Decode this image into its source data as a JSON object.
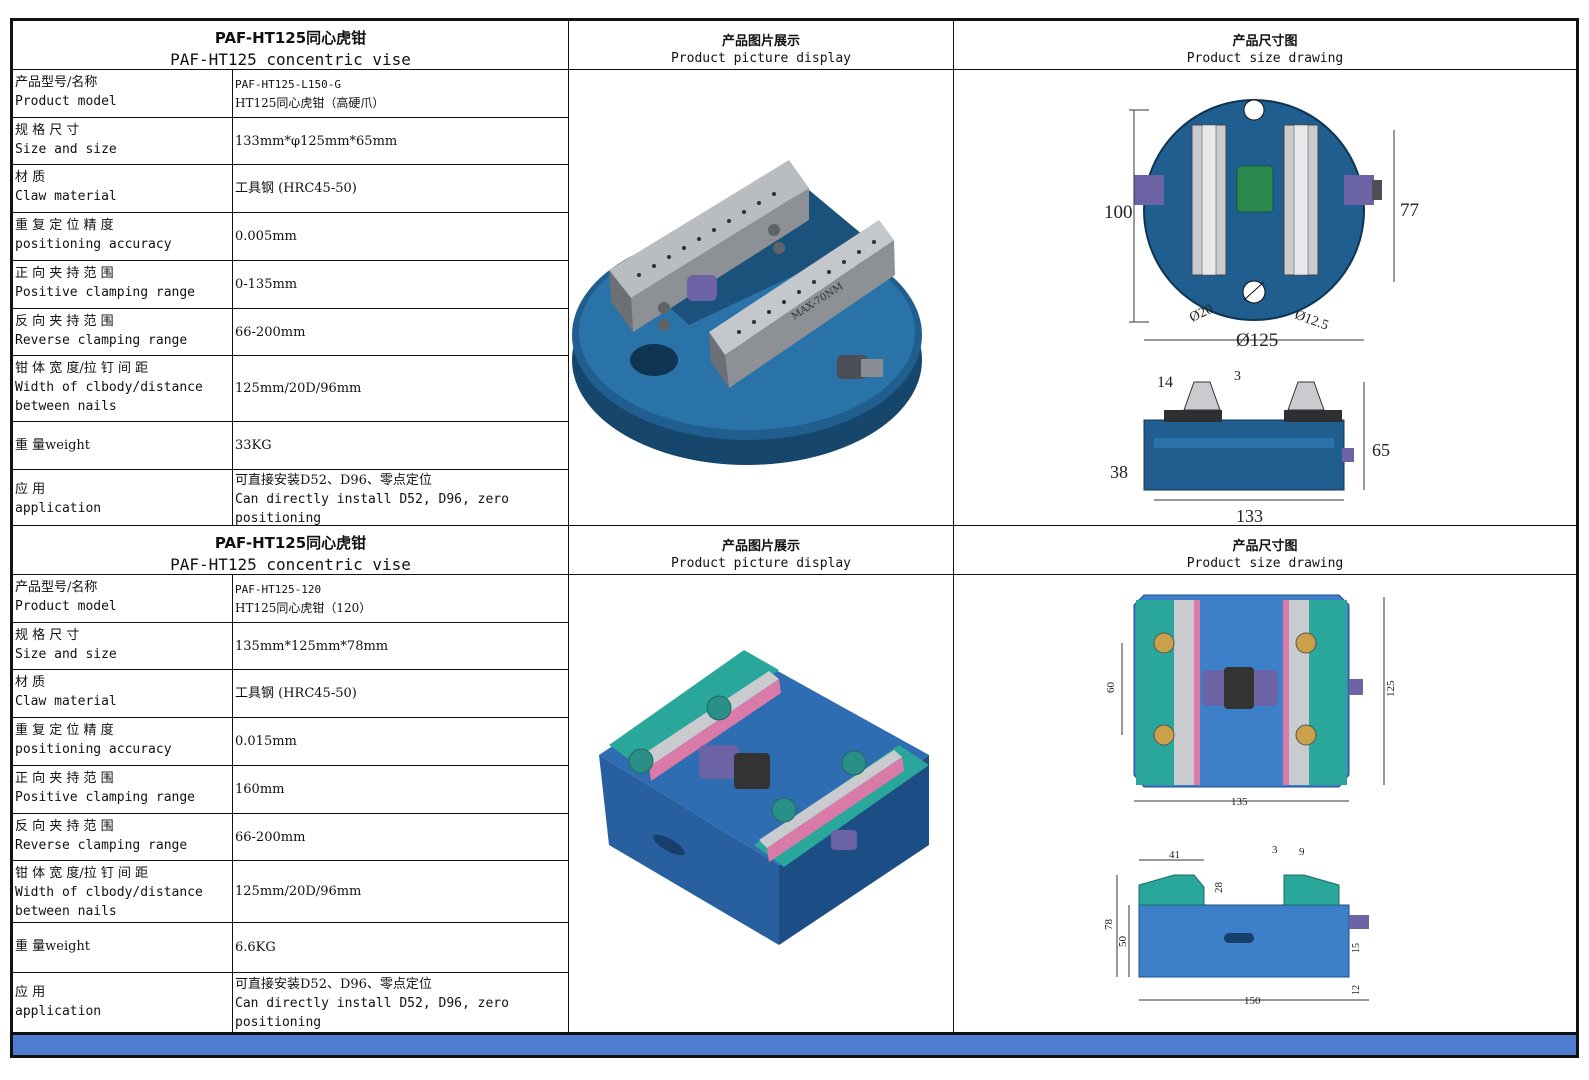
{
  "products": [
    {
      "title_zh": "PAF-HT125同心虎钳",
      "title_en": "PAF-HT125 concentric vise",
      "picture_header_zh": "产品图片展示",
      "picture_header_en": "Product picture display",
      "drawing_header_zh": "产品尺寸图",
      "drawing_header_en": "Product size drawing",
      "rows": [
        {
          "label_zh": "产品型号/名称",
          "label_en": "Product model",
          "value": "PAF-HT125-L150-G",
          "value2": "HT125同心虎钳（高硬爪）"
        },
        {
          "label_zh": "规 格 尺 寸",
          "label_en": "Size and size",
          "value": "133mm*φ125mm*65mm",
          "value2": ""
        },
        {
          "label_zh": "材 质",
          "label_en": "Claw material",
          "value": "工具钢 (HRC45-50)",
          "value2": ""
        },
        {
          "label_zh": "重 复 定 位 精 度",
          "label_en": "positioning accuracy",
          "value": "0.005mm",
          "value2": ""
        },
        {
          "label_zh": "正 向 夹 持 范 围",
          "label_en": "Positive clamping range",
          "value": "0-135mm",
          "value2": ""
        },
        {
          "label_zh": "反 向 夹 持 范 围",
          "label_en": "Reverse clamping range",
          "value": "66-200mm",
          "value2": ""
        },
        {
          "label_zh": "钳 体 宽 度/拉 钉 间 距",
          "label_en": "Width of clbody/distance between nails",
          "value": "125mm/20D/96mm",
          "value2": ""
        },
        {
          "label_zh": "重 量weight",
          "label_en": "",
          "value": "33KG",
          "value2": ""
        },
        {
          "label_zh": "应 用",
          "label_en": "application",
          "value": "可直接安装D52、D96、零点定位",
          "value2": "Can directly install D52, D96, zero positioning"
        }
      ],
      "drawing_dims": {
        "height_100": "100",
        "dim_77": "77",
        "dia_20": "Ø20",
        "dia_12_5": "Ø12.5",
        "dia_125": "Ø125",
        "dim_14": "14",
        "dim_3": "3",
        "dim_65": "65",
        "dim_38": "38",
        "dim_133": "133",
        "jaw_text": "MAX-70NM"
      }
    },
    {
      "title_zh": "PAF-HT125同心虎钳",
      "title_en": "PAF-HT125 concentric vise",
      "picture_header_zh": "产品图片展示",
      "picture_header_en": "Product picture display",
      "drawing_header_zh": "产品尺寸图",
      "drawing_header_en": "Product size drawing",
      "rows": [
        {
          "label_zh": "产品型号/名称",
          "label_en": "Product model",
          "value": "PAF-HT125-120",
          "value2": "HT125同心虎钳（120）"
        },
        {
          "label_zh": "规 格 尺 寸",
          "label_en": "Size and size",
          "value": "135mm*125mm*78mm",
          "value2": ""
        },
        {
          "label_zh": "材 质",
          "label_en": "Claw material",
          "value": "工具钢 (HRC45-50)",
          "value2": ""
        },
        {
          "label_zh": "重 复 定 位 精 度",
          "label_en": "positioning accuracy",
          "value": "0.015mm",
          "value2": ""
        },
        {
          "label_zh": "正 向 夹 持 范 围",
          "label_en": "Positive clamping range",
          "value": "160mm",
          "value2": ""
        },
        {
          "label_zh": "反 向 夹 持 范 围",
          "label_en": "Reverse clamping range",
          "value": "66-200mm",
          "value2": ""
        },
        {
          "label_zh": "钳 体 宽 度/拉 钉 间 距",
          "label_en": "Width of clbody/distance between nails",
          "value": "125mm/20D/96mm",
          "value2": ""
        },
        {
          "label_zh": "重 量weight",
          "label_en": "",
          "value": "6.6KG",
          "value2": ""
        },
        {
          "label_zh": "应 用",
          "label_en": "application",
          "value": "可直接安装D52、D96、零点定位",
          "value2": "Can directly install D52, D96, zero positioning"
        }
      ],
      "drawing_dims": {
        "dim_60": "60",
        "dim_125": "125",
        "dim_135": "135",
        "dim_41": "41",
        "dim_28": "28",
        "dim_3": "3",
        "dim_9": "9",
        "dim_78": "78",
        "dim_50": "50",
        "dim_15": "15",
        "dim_12": "12",
        "dim_150": "150"
      }
    }
  ],
  "colors": {
    "footer": "#4f7bd1",
    "vise_blue": "#1f5e8e",
    "teal": "#2aa79b",
    "steel": "#b9bcc0"
  }
}
